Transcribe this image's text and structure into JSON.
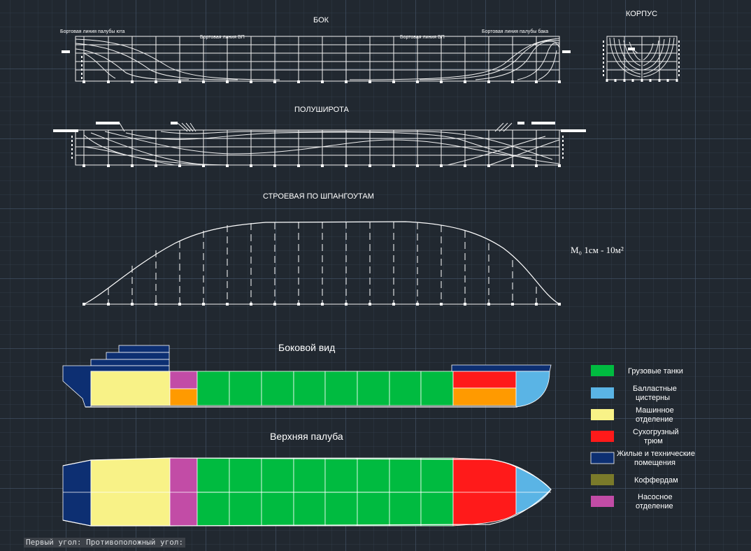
{
  "drawing": {
    "titles": {
      "side_view": "БОК",
      "body_plan": "КОРПУС",
      "half_breadth": "ПОЛУШИРОТА",
      "sectional_area": "СТРОЕВАЯ ПО ШПАНГОУТАМ",
      "profile": "Боковой вид",
      "upper_deck": "Верхняя палуба"
    },
    "side_labels": {
      "poop_deck_line": "Бортовая линия палубы юта",
      "waterline_1": "Бортовая линия ВП",
      "waterline_2": "Бортовая линия ВП",
      "forecastle_deck_line": "Бортовая линия палубы бака"
    },
    "scale_note": "M₀ 1см - 10м²"
  },
  "legend": [
    {
      "label": "Грузовые танки",
      "color": "#00bb40"
    },
    {
      "label": "Балластные цистерны",
      "color": "#5ab4e5"
    },
    {
      "label": "Машинное отделение",
      "color": "#f8f287"
    },
    {
      "label": "Сухогрузный трюм",
      "color": "#ff1a1a"
    },
    {
      "label": "Жилые и технические помещения",
      "color": "#0d2f72"
    },
    {
      "label": "Коффердам",
      "color": "#7a7a2a"
    },
    {
      "label": "Насосное отделение",
      "color": "#c24ca6"
    }
  ],
  "colors": {
    "cargo": "#00bb40",
    "ballast": "#5ab4e5",
    "engine": "#f8f287",
    "dry_hold": "#ff1a1a",
    "living": "#0d2f72",
    "cofferdam": "#7a7a2a",
    "pump": "#c24ca6",
    "orange": "#ff9a00"
  },
  "command_line": "Первый угол: Противоположный угол:"
}
